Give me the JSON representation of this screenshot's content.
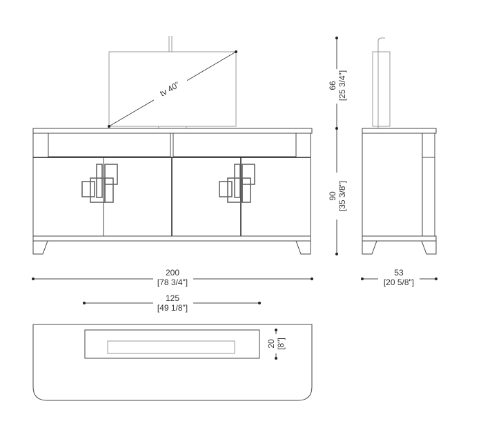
{
  "front_view": {
    "tv_label": "tv 40\""
  },
  "dimensions": {
    "width_cm": "200",
    "width_in": "[78 3/4\"]",
    "top_opening_cm": "125",
    "top_opening_in": "[49 1/8\"]",
    "depth_cm": "53",
    "depth_in": "[20 5/8\"]",
    "tv_height_cm": "66",
    "tv_height_in": "[25 3/4\"]",
    "cabinet_height_cm": "90",
    "cabinet_height_in": "[35 3/8\"]",
    "opening_depth_cm": "20",
    "opening_depth_in": "[8\"]"
  }
}
